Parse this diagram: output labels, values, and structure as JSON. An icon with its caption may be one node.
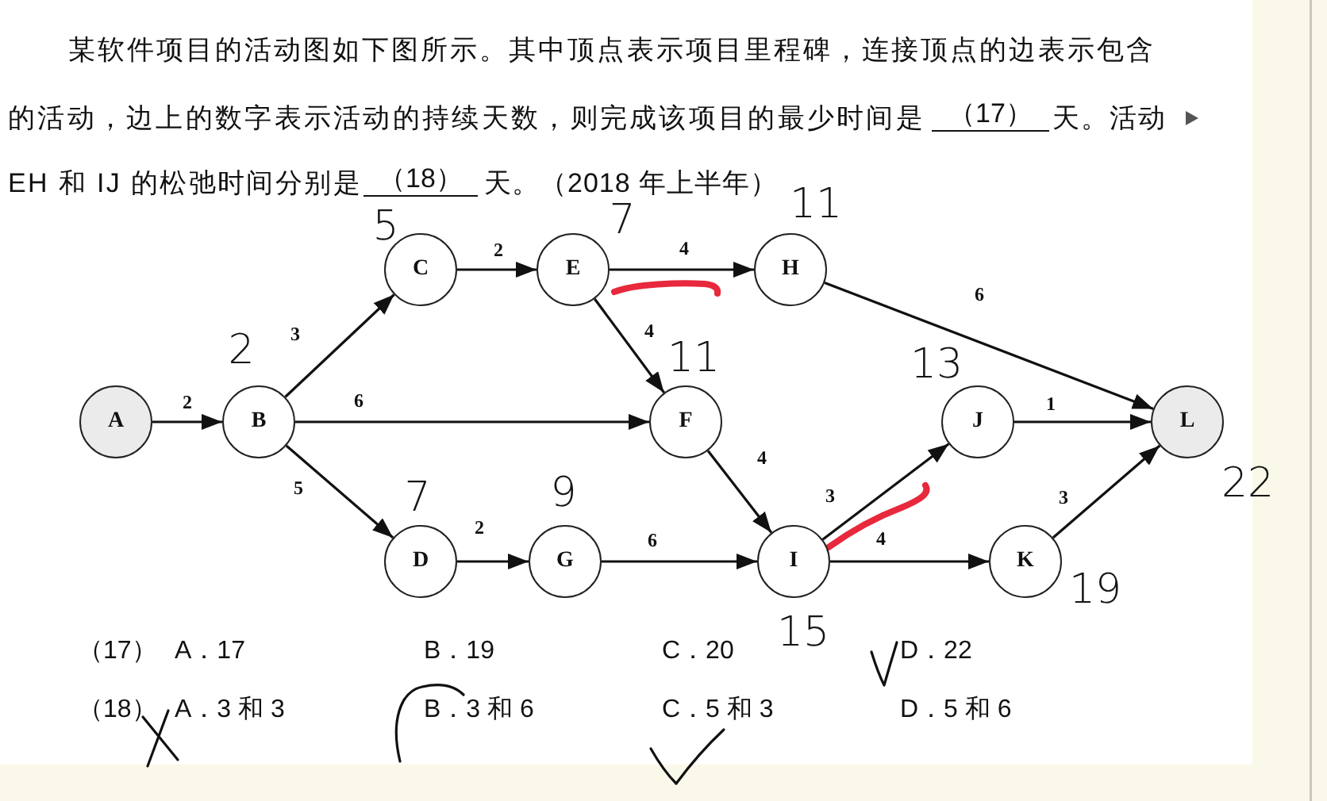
{
  "diagram": {
    "nodes": [
      {
        "text": [
          "A"
        ]
      },
      {
        "text": [
          "B"
        ],
        "beside": [
          "2"
        ]
      },
      {
        "text": [
          "C"
        ],
        "beside": [
          "5"
        ]
      },
      {
        "text": [
          "D"
        ],
        "beside": [
          "7"
        ]
      },
      {
        "text": [
          "E"
        ],
        "beside": [
          "7"
        ]
      },
      {
        "text": [
          "F"
        ],
        "beside": [
          "11"
        ]
      },
      {
        "text": [
          "G"
        ],
        "beside": [
          "9"
        ]
      },
      {
        "text": [
          "H"
        ],
        "beside": [
          "11"
        ]
      },
      {
        "text": [
          "I"
        ],
        "beside": [
          "15"
        ]
      },
      {
        "text": [
          "J"
        ],
        "beside": [
          "13"
        ]
      },
      {
        "text": [
          "K"
        ],
        "beside": [
          "19"
        ]
      },
      {
        "text": [
          "L"
        ],
        "beside": [
          "22"
        ]
      }
    ],
    "edges": [
      {
        "from": 0,
        "to": 1,
        "arrow": "to",
        "label": "2"
      },
      {
        "from": 1,
        "to": 2,
        "arrow": "to",
        "label": "3"
      },
      {
        "from": 1,
        "to": 5,
        "arrow": "to",
        "label": "6"
      },
      {
        "from": 1,
        "to": 3,
        "arrow": "to",
        "label": "5"
      },
      {
        "from": 2,
        "to": 4,
        "arrow": "to",
        "label": "2"
      },
      {
        "from": 4,
        "to": 7,
        "arrow": "to",
        "label": "4"
      },
      {
        "from": 4,
        "to": 5,
        "arrow": "to",
        "label": "4"
      },
      {
        "from": 7,
        "to": 11,
        "arrow": "to",
        "label": "6"
      },
      {
        "from": 5,
        "to": 8,
        "arrow": "to",
        "label": "4"
      },
      {
        "from": 3,
        "to": 6,
        "arrow": "to",
        "label": "2"
      },
      {
        "from": 6,
        "to": 8,
        "arrow": "to",
        "label": "6"
      },
      {
        "from": 8,
        "to": 9,
        "arrow": "to",
        "label": "3"
      },
      {
        "from": 8,
        "to": 10,
        "arrow": "to",
        "label": "4"
      },
      {
        "from": 9,
        "to": 11,
        "arrow": "to",
        "label": "1"
      },
      {
        "from": 10,
        "to": 11,
        "arrow": "to",
        "label": "3"
      }
    ],
    "labels": [
      "某软件项目的活动图如下图所示。其中顶点表示项目里程碑，连接顶点的边表示包含",
      "的活动，边上的数字表示活动的持续天数，则完成该项目的最少时间是",
      "（17）",
      "天。活动",
      "EH 和 IJ 的松弛时间分别是",
      "（18）",
      "天。（2018 年上半年）",
      "（17）",
      "A．17",
      "B．19",
      "C．20",
      "D．22",
      "（18）",
      "A．3 和 3",
      "B．3 和 6",
      "C．5 和 3",
      "D．5 和 6"
    ]
  }
}
